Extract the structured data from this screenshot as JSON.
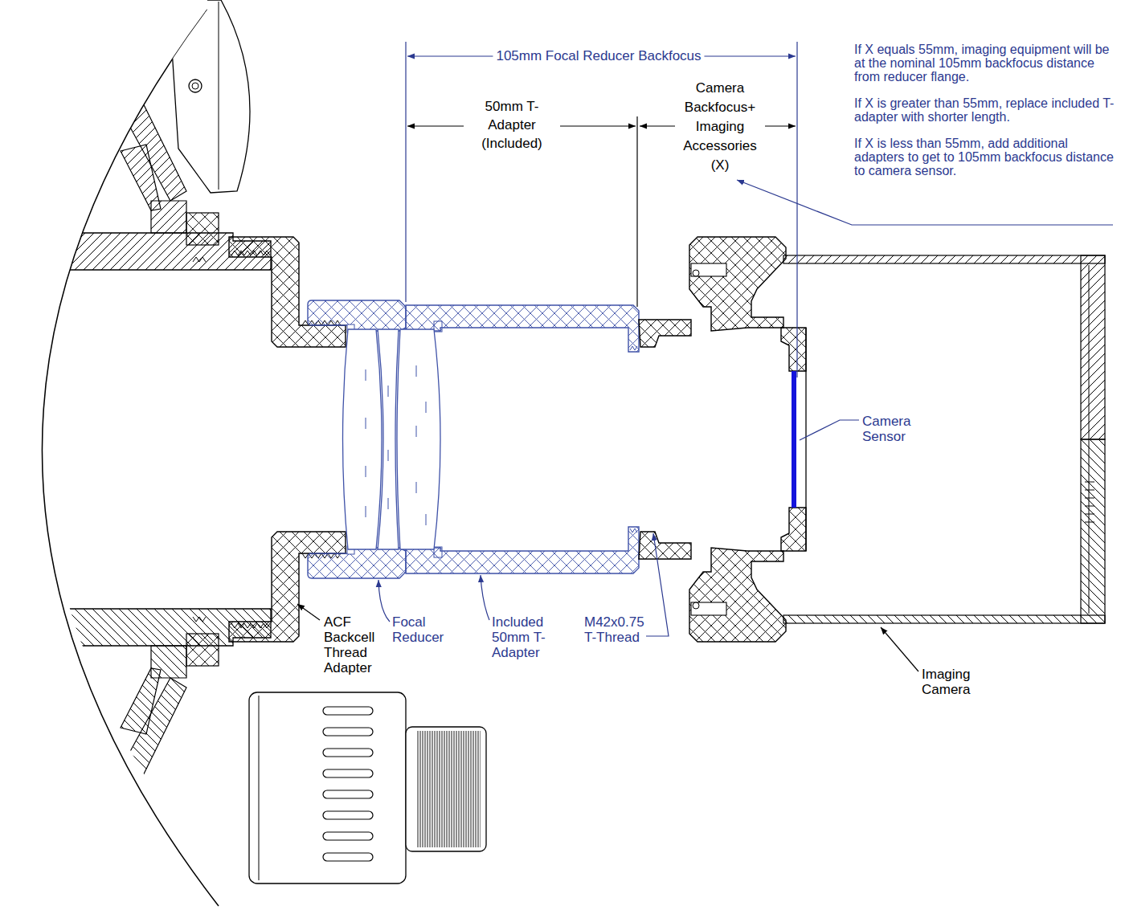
{
  "diagram": {
    "labels": [
      "105mm Focal Reducer Backfocus",
      "50mm T-Adapter (Included)",
      "Camera Backfocus+ Imaging Accessories (X)",
      "If X equals 55mm, imaging equipment will be at the nominal 105mm backfocus distance from reducer flange.",
      "If X is greater than 55mm, replace included T-adapter with shorter length.",
      "If X is less than 55mm, add additional adapters to get to 105mm backfocus distance to camera sensor.",
      "Camera Sensor",
      "ACF Backcell Thread Adapter",
      "Focal Reducer",
      "Included 50mm T-Adapter",
      "M42x0.75 T-Thread",
      "Imaging Camera"
    ]
  }
}
